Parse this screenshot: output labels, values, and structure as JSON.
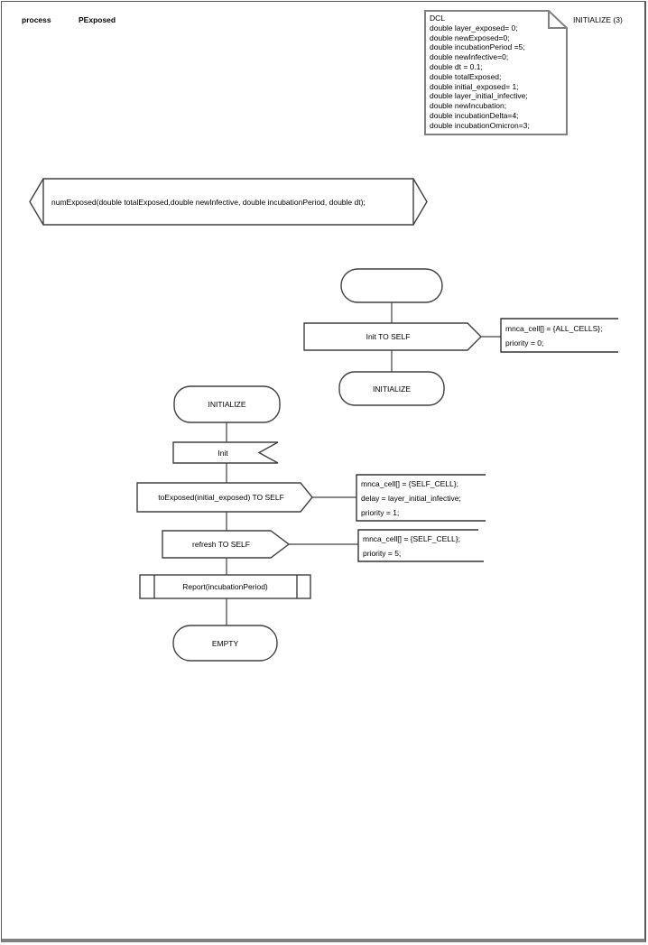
{
  "header": {
    "kind_label": "process",
    "process_name": "PExposed"
  },
  "dcl": {
    "lines": [
      "DCL",
      "double layer_exposed= 0;",
      "double newExposed=0;",
      "double incubationPeriod =5;",
      "double newInfective=0;",
      "double dt = 0.1;",
      "double totalExposed;",
      "double initial_exposed= 1;",
      "double layer_initial_infective;",
      "double newIncubation;",
      "double incubationDelta=4;",
      "double incubationOmicron=3;"
    ],
    "page_label": "INITIALIZE (3)"
  },
  "procedure_declaration": {
    "text": "numExposed(double totalExposed,double newInfective, double incubationPeriod, double dt);"
  },
  "flow": {
    "start_state": {
      "label": ""
    },
    "output_init": {
      "label": "Init TO SELF",
      "comment": [
        "mnca_cell[] = {ALL_CELLS};",
        "priority = 0;"
      ]
    },
    "state_initialize_top": {
      "label": "INITIALIZE"
    },
    "state_initialize": {
      "label": "INITIALIZE"
    },
    "input_init": {
      "label": "Init"
    },
    "output_toexposed": {
      "label": "toExposed(initial_exposed) TO SELF",
      "comment": [
        "mnca_cell[] = {SELF_CELL};",
        "delay = layer_initial_infective;",
        "priority = 1;"
      ]
    },
    "output_refresh": {
      "label": "refresh TO SELF",
      "comment": [
        "mnca_cell[] = {SELF_CELL};",
        "priority = 5;"
      ]
    },
    "procedure_report": {
      "label": "Report(incubationPeriod)"
    },
    "state_empty": {
      "label": "EMPTY"
    }
  },
  "colors": {
    "shape_stroke": "#404040",
    "dcl_stroke": "#808080",
    "page_border": "#5a5a5a",
    "background": "#ffffff"
  }
}
